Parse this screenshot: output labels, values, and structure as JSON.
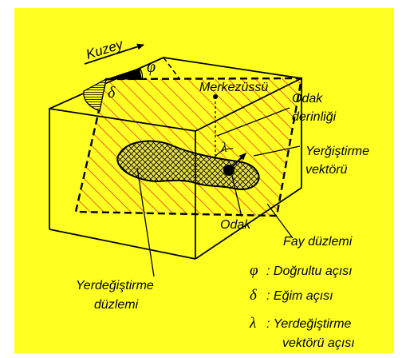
{
  "colors": {
    "background": "#FFFF22",
    "outer_background": "#FFFFFF",
    "fault_plane_hatch": "#E83A1A",
    "line": "#000000"
  },
  "labels": {
    "north": "Kuzey",
    "epicenter": "Merkezüssü",
    "focal_depth_line1": "Odak",
    "focal_depth_line2": "derinliği",
    "slip_vector_line1": "Yerğiştirme",
    "slip_vector_line2": "vektörü",
    "focus": "Odak",
    "fault_plane": "Fay düzlemi",
    "slip_plane_line1": "Yerdeğiştirme",
    "slip_plane_line2": "düzlemi",
    "phi_symbol": "φ",
    "delta_symbol": "δ",
    "lambda_symbol": "λ"
  },
  "legend": [
    {
      "symbol": "φ",
      "text": ": Doğrultu açısı"
    },
    {
      "symbol": "δ",
      "text": ": Eğim açısı"
    },
    {
      "symbol": "λ",
      "text": ": Yerdeğiştirme",
      "text2": "vektörü açısı"
    }
  ]
}
